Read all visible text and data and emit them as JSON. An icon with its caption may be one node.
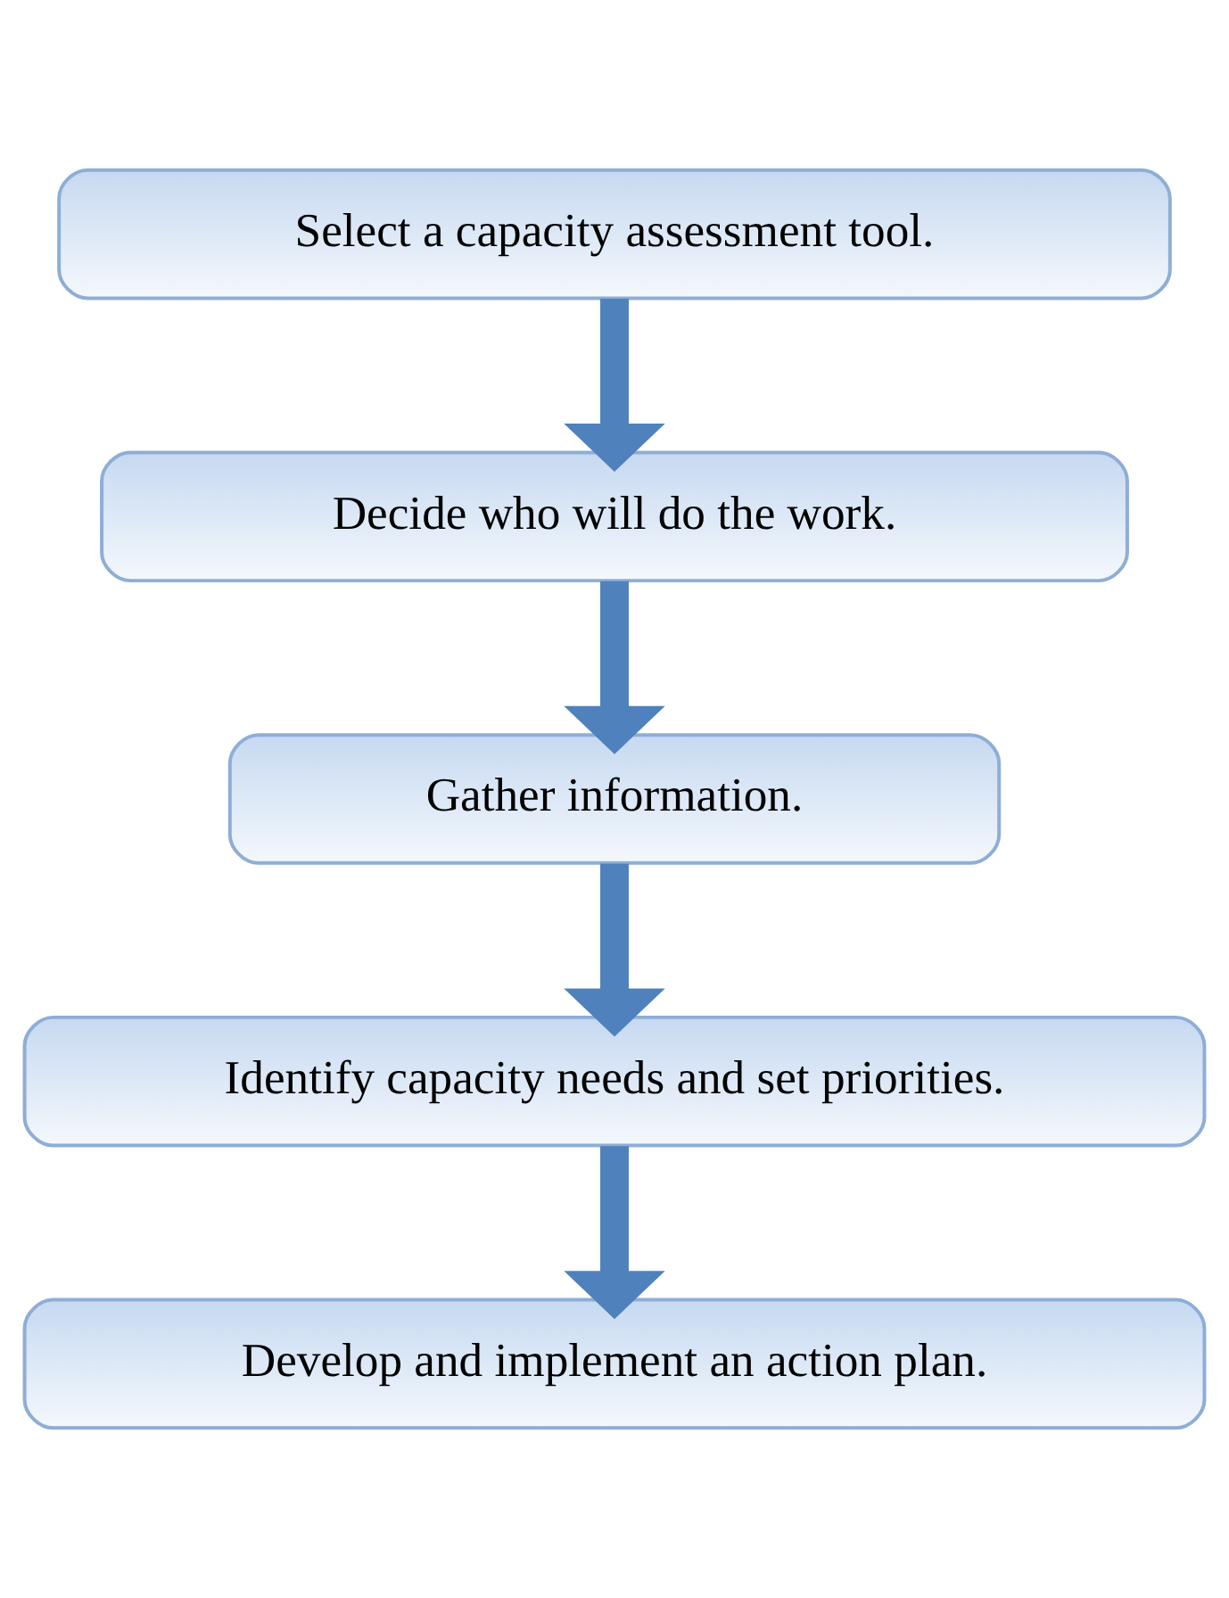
{
  "diagram": {
    "nodes": [
      {
        "text": [
          "Select a capacity assessment tool."
        ]
      },
      {
        "text": [
          "Decide who will do the work."
        ]
      },
      {
        "text": [
          "Gather information."
        ]
      },
      {
        "text": [
          "Identify capacity needs and set priorities."
        ]
      },
      {
        "text": [
          "Develop and implement an action plan."
        ]
      }
    ],
    "edges": [
      {
        "from": 0,
        "to": 1,
        "arrow": "to"
      },
      {
        "from": 1,
        "to": 2,
        "arrow": "to"
      },
      {
        "from": 2,
        "to": 3,
        "arrow": "to"
      },
      {
        "from": 3,
        "to": 4,
        "arrow": "to"
      }
    ]
  }
}
